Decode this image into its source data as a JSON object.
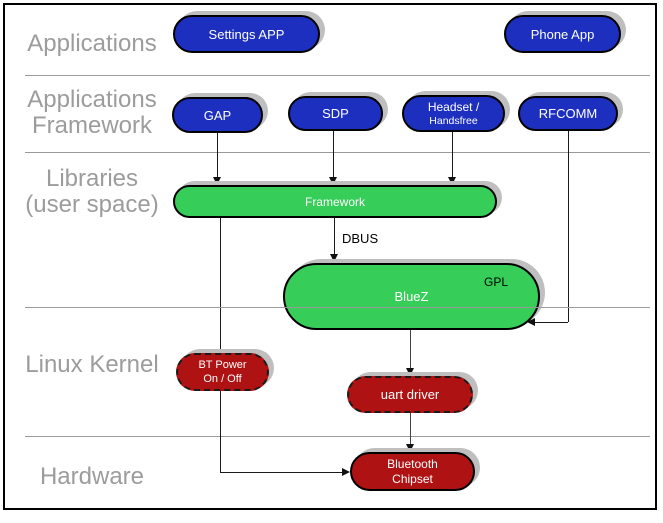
{
  "diagram": {
    "title_context": "Bluetooth software stack diagram",
    "layers": {
      "applications": {
        "label": "Applications"
      },
      "applications_framework": {
        "line1": "Applications",
        "line2": "Framework"
      },
      "libraries": {
        "line1": "Libraries",
        "line2": "(user space)"
      },
      "linux_kernel": {
        "label": "Linux Kernel"
      },
      "hardware": {
        "label": "Hardware"
      }
    },
    "nodes": {
      "settings_app": {
        "label": "Settings APP"
      },
      "phone_app": {
        "label": "Phone App"
      },
      "gap": {
        "label": "GAP"
      },
      "sdp": {
        "label": "SDP"
      },
      "headset": {
        "line1": "Headset /",
        "line2": "Handsfree"
      },
      "rfcomm": {
        "label": "RFCOMM"
      },
      "framework": {
        "label": "Framework"
      },
      "bluez": {
        "label": "BlueZ",
        "annotation": "GPL"
      },
      "bt_power": {
        "line1": "BT Power",
        "line2": "On / Off"
      },
      "uart_driver": {
        "label": "uart driver"
      },
      "bluetooth_chipset": {
        "line1": "Bluetooth",
        "line2": "Chipset"
      }
    },
    "edges": {
      "dbus_label": "DBUS"
    },
    "colors": {
      "app_node": "#1d2fbe",
      "library_node": "#36ce58",
      "kernel_node": "#ae1212",
      "node_shadow": "#bfbfbf",
      "layer_label_text": "#9c9c9c",
      "separator_line": "#9a9a9a"
    }
  }
}
